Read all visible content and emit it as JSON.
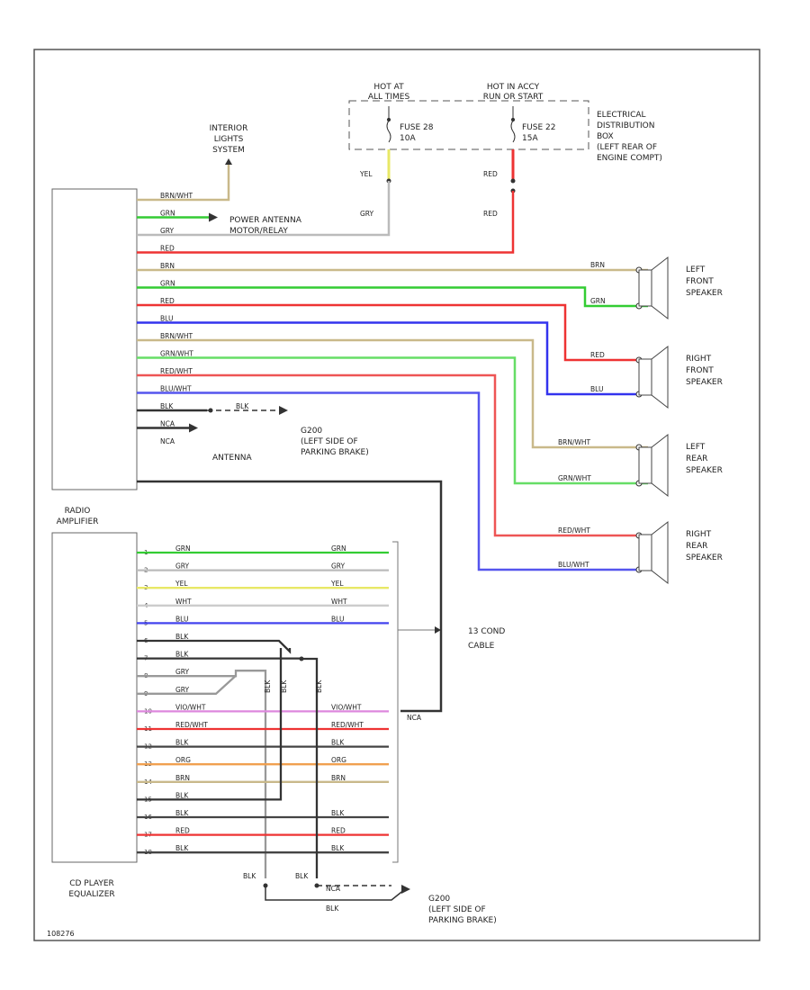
{
  "fuse_box": {
    "hot_left": [
      "HOT AT",
      "ALL TIMES"
    ],
    "hot_right": [
      "HOT IN ACCY",
      "RUN OR START"
    ],
    "fuse_left": [
      "FUSE 28",
      "10A"
    ],
    "fuse_right": [
      "FUSE 22",
      "15A"
    ],
    "label": [
      "ELECTRICAL",
      "DISTRIBUTION",
      "BOX",
      "(LEFT REAR OF",
      "ENGINE COMPT)"
    ]
  },
  "interior_lights": [
    "INTERIOR",
    "LIGHTS",
    "SYSTEM"
  ],
  "power_antenna": [
    "POWER ANTENNA",
    "MOTOR/RELAY"
  ],
  "antenna": "ANTENNA",
  "ground_upper": [
    "G200",
    "(LEFT SIDE OF",
    "PARKING BRAKE)"
  ],
  "ground_lower": [
    "G200",
    "(LEFT SIDE OF",
    "PARKING BRAKE)"
  ],
  "radio_amp": [
    "RADIO",
    "AMPLIFIER"
  ],
  "cd_player": [
    "CD PLAYER",
    "EQUALIZER"
  ],
  "cable": [
    "13 COND",
    "CABLE"
  ],
  "speakers": [
    [
      "LEFT",
      "FRONT",
      "SPEAKER"
    ],
    [
      "RIGHT",
      "FRONT",
      "SPEAKER"
    ],
    [
      "LEFT",
      "REAR",
      "SPEAKER"
    ],
    [
      "RIGHT",
      "REAR",
      "SPEAKER"
    ]
  ],
  "fuse_wires": {
    "yel": "YEL",
    "gry": "GRY",
    "red_top": "RED",
    "red_bottom": "RED"
  },
  "amp_wires": [
    {
      "label": "BRN/WHT",
      "color": "#c9b98a"
    },
    {
      "label": "GRN",
      "color": "#33cc33"
    },
    {
      "label": "GRY",
      "color": "#bbbbbb"
    },
    {
      "label": "RED",
      "color": "#ee3333"
    },
    {
      "label": "BRN",
      "color": "#c9b98a"
    },
    {
      "label": "GRN",
      "color": "#33cc33"
    },
    {
      "label": "RED",
      "color": "#ee3333"
    },
    {
      "label": "BLU",
      "color": "#3333ee"
    },
    {
      "label": "BRN/WHT",
      "color": "#c9b98a"
    },
    {
      "label": "GRN/WHT",
      "color": "#66dd66"
    },
    {
      "label": "RED/WHT",
      "color": "#ee5555"
    },
    {
      "label": "BLU/WHT",
      "color": "#5555ee"
    },
    {
      "label": "BLK",
      "color": "#333333"
    },
    {
      "label": "NCA",
      "color": "#333333"
    },
    {
      "label": "NCA",
      "color": "#333333"
    }
  ],
  "speaker_wires": [
    "BRN",
    "GRN",
    "RED",
    "BLU",
    "BRN/WHT",
    "GRN/WHT",
    "RED/WHT",
    "BLU/WHT"
  ],
  "cd_wires": [
    {
      "pin": "1",
      "left": "GRN",
      "right": "GRN",
      "color": "#33cc33"
    },
    {
      "pin": "2",
      "left": "GRY",
      "right": "GRY",
      "color": "#bbbbbb"
    },
    {
      "pin": "3",
      "left": "YEL",
      "right": "YEL",
      "color": "#e8e866"
    },
    {
      "pin": "4",
      "left": "WHT",
      "right": "WHT",
      "color": "#cccccc"
    },
    {
      "pin": "5",
      "left": "BLU",
      "right": "BLU",
      "color": "#4444ee"
    },
    {
      "pin": "6",
      "left": "BLK",
      "right": "",
      "color": "#333333"
    },
    {
      "pin": "7",
      "left": "BLK",
      "right": "",
      "color": "#333333"
    },
    {
      "pin": "8",
      "left": "GRY",
      "right": "",
      "color": "#999999"
    },
    {
      "pin": "9",
      "left": "GRY",
      "right": "",
      "color": "#999999"
    },
    {
      "pin": "10",
      "left": "VIO/WHT",
      "right": "VIO/WHT",
      "color": "#dd88dd"
    },
    {
      "pin": "11",
      "left": "RED/WHT",
      "right": "RED/WHT",
      "color": "#ee3333"
    },
    {
      "pin": "12",
      "left": "BLK",
      "right": "BLK",
      "color": "#444444"
    },
    {
      "pin": "13",
      "left": "ORG",
      "right": "ORG",
      "color": "#f0a050"
    },
    {
      "pin": "14",
      "left": "BRN",
      "right": "BRN",
      "color": "#c9b98a"
    },
    {
      "pin": "15",
      "left": "BLK",
      "right": "",
      "color": "#333333"
    },
    {
      "pin": "16",
      "left": "BLK",
      "right": "BLK",
      "color": "#444444"
    },
    {
      "pin": "17",
      "left": "RED",
      "right": "RED",
      "color": "#ee3333"
    },
    {
      "pin": "18",
      "left": "BLK",
      "right": "BLK",
      "color": "#444444"
    }
  ],
  "cd_blk_labels": [
    "BLK",
    "BLK",
    "BLK"
  ],
  "lower_ground_wires": {
    "blk_left": "BLK",
    "blk_right": "BLK",
    "nca": "NCA",
    "blk_bottom": "BLK"
  },
  "nca_cable": "NCA",
  "footer": "108276"
}
